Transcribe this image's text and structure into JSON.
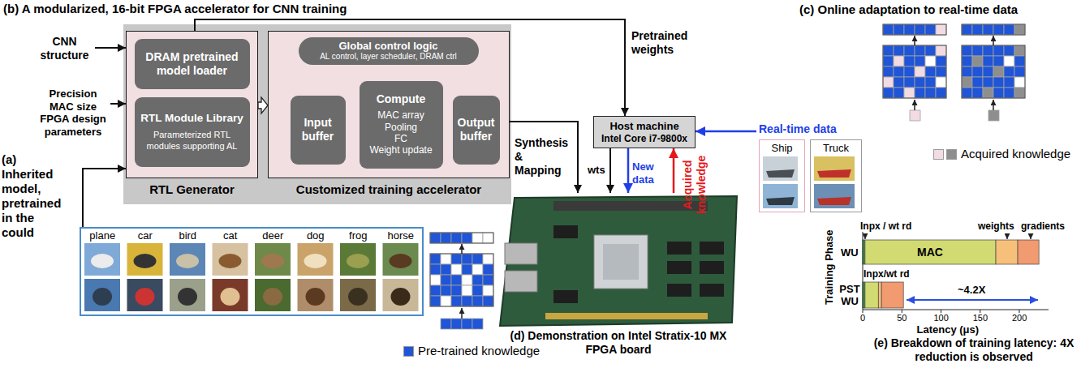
{
  "diagram": {
    "nodes": [
      {
        "text": [
          "CNN structure"
        ]
      },
      {
        "text": [
          "Precision MAC size FPGA design parameters"
        ]
      },
      {
        "text": [
          "RTL Generator"
        ]
      },
      {
        "text": [
          "DRAM pretrained model loader"
        ],
        "in": 2
      },
      {
        "text": [
          "RTL Module Library",
          "Parameterized RTL modules supporting AL"
        ],
        "in": 2
      },
      {
        "text": [
          "Customized training accelerator"
        ]
      },
      {
        "text": [
          "Global control logic",
          "AL control, layer scheduler, DRAM ctrl"
        ],
        "in": 5
      },
      {
        "text": [
          "Input buffer"
        ],
        "in": 5
      },
      {
        "text": [
          "Compute",
          "MAC array",
          "Pooling",
          "FC",
          "Weight update"
        ],
        "in": 5
      },
      {
        "text": [
          "Output buffer"
        ],
        "in": 5
      },
      {
        "text": [
          "plane",
          "car",
          "bird",
          "cat",
          "deer",
          "dog",
          "frog",
          "horse"
        ]
      },
      {
        "text": [
          "Host machine",
          "Intel Core i7-9800x"
        ]
      },
      {
        "text": [
          "(d) Demonstration on Intel Stratix-10 MX FPGA board"
        ]
      },
      {
        "text": [
          "Real-time data"
        ]
      },
      {
        "text": [
          "Ship"
        ],
        "in": 13
      },
      {
        "text": [
          "Truck"
        ],
        "in": 13
      }
    ],
    "edges": [
      {
        "from": 0,
        "to": 2,
        "arrow": "to"
      },
      {
        "from": 1,
        "to": 2,
        "arrow": "to"
      },
      {
        "from": 10,
        "to": 2,
        "arrow": "to"
      },
      {
        "from": 2,
        "to": 5,
        "arrow": "to"
      },
      {
        "from": 6,
        "to": 7,
        "arrow": "both"
      },
      {
        "from": 6,
        "to": 8,
        "arrow": "both"
      },
      {
        "from": 6,
        "to": 9,
        "arrow": "both"
      },
      {
        "from": 7,
        "to": 8,
        "arrow": "to"
      },
      {
        "from": 8,
        "to": 9,
        "arrow": "to"
      },
      {
        "from": 2,
        "to": 11,
        "arrow": "to",
        "label": "Pretrained weights"
      },
      {
        "from": 5,
        "to": 12,
        "arrow": "to",
        "label": "Synthesis & Mapping"
      },
      {
        "from": 11,
        "to": 12,
        "arrow": "to",
        "label": "wts"
      },
      {
        "from": 11,
        "to": 12,
        "arrow": "to",
        "label": "New data"
      },
      {
        "from": 12,
        "to": 11,
        "arrow": "to",
        "label": "Acquired knowledge"
      },
      {
        "from": 13,
        "to": 11,
        "arrow": "to"
      }
    ],
    "labels": [
      "(b) A modularized, 16-bit FPGA accelerator for CNN training",
      "(a) Inherited model, pretrained in the could",
      "(c) Online adaptation to real-time data",
      "Training Phase",
      "WU",
      "PST WU",
      "Inpx / wt rd",
      "weights",
      "gradients",
      "MAC",
      "Inpx/wt rd",
      "~4.2X",
      "0",
      "50",
      "100",
      "150",
      "200",
      "Latency (μs)",
      "(e) Breakdown of training latency: 4X reduction is observed"
    ],
    "legend": [
      {
        "text": "Pre-trained knowledge",
        "color": "#1f55d6"
      },
      {
        "text": "Acquired knowledge",
        "color": "#f3dbe3"
      }
    ]
  }
}
